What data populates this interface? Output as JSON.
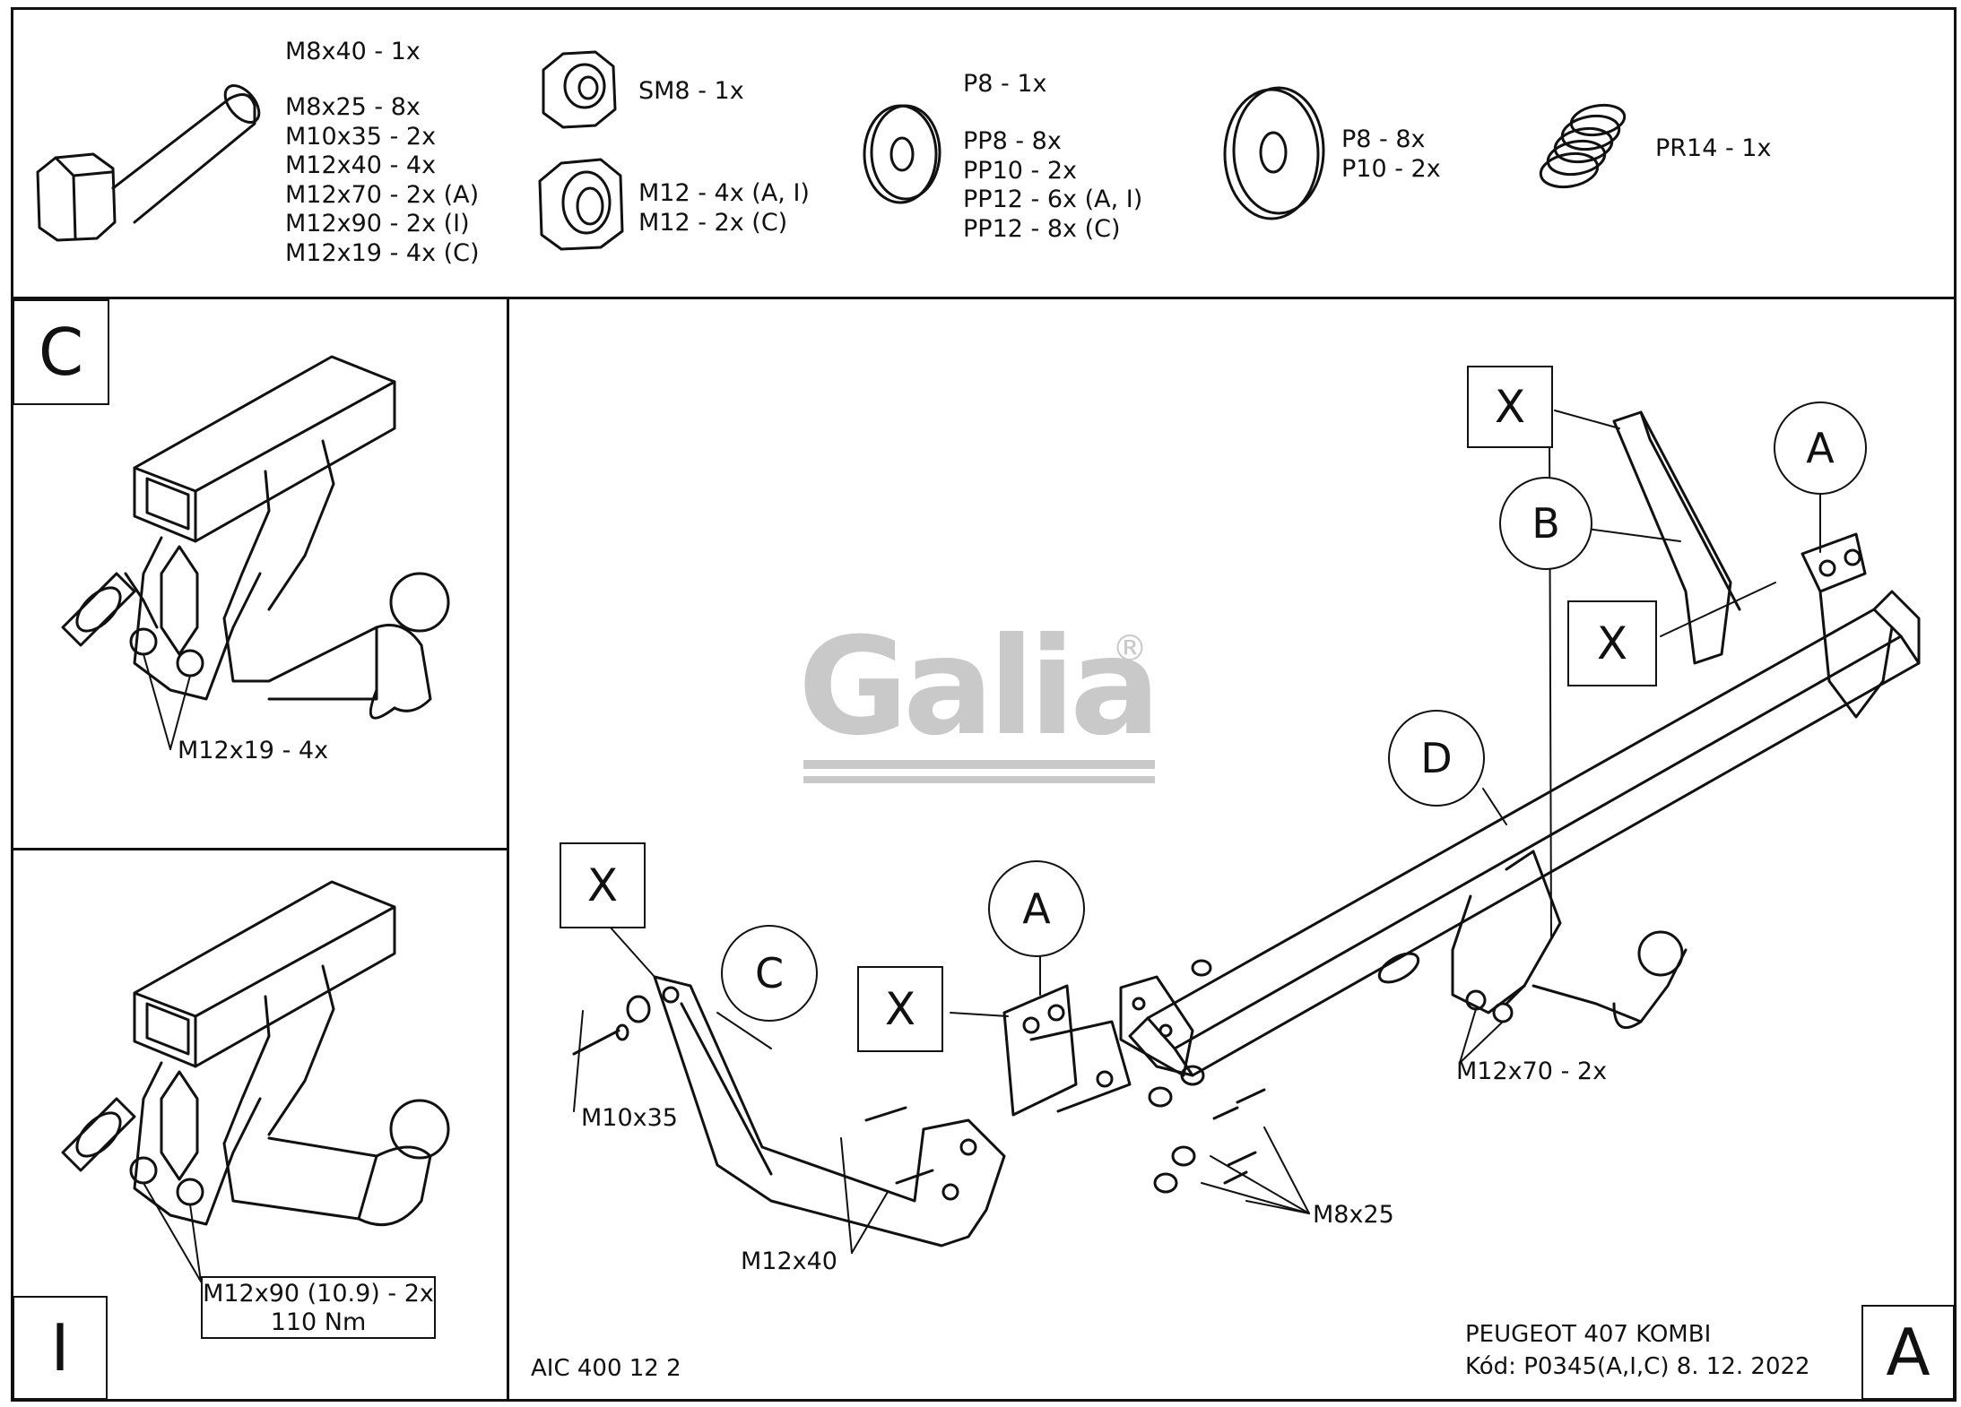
{
  "parts": {
    "bolts": [
      "M8x40 - 1x",
      "M8x25 - 8x",
      "M10x35 - 2x",
      "M12x40 - 4x",
      "M12x70 - 2x (A)",
      "M12x90 - 2x (I)",
      "M12x19 - 4x (C)"
    ],
    "self_lock_nut": "SM8 - 1x",
    "nuts": [
      "M12 - 4x (A, I)",
      "M12 - 2x (C)"
    ],
    "washers_small_title": "P8 - 1x",
    "washers_small": [
      "PP8 - 8x",
      "PP10 - 2x",
      "PP12 - 6x (A, I)",
      "PP12 - 8x (C)"
    ],
    "washers_large": [
      "P8 - 8x",
      "P10 - 2x"
    ],
    "spring": "PR14 - 1x"
  },
  "panels": {
    "c_letter": "C",
    "c_bolt_label": "M12x19 - 4x",
    "i_letter": "I",
    "i_torque_line1": "M12x90 (10.9) - 2x",
    "i_torque_line2": "110 Nm"
  },
  "main": {
    "logo_text": "Galia",
    "logo_mark": "®",
    "callouts": {
      "x1": "X",
      "x2": "X",
      "x3": "X",
      "x4": "X",
      "a1": "A",
      "a2": "A",
      "b": "B",
      "c": "C",
      "d": "D"
    },
    "labels": {
      "m10x35": "M10x35",
      "m12x40": "M12x40",
      "m8x25": "M8x25",
      "m12x70": "M12x70 - 2x"
    },
    "footer_code": "AIC 400 12 2",
    "vehicle": "PEUGEOT 407 KOMBI",
    "kod": "Kód: P0345(A,I,C)  8. 12. 2022",
    "corner_letter": "A"
  }
}
